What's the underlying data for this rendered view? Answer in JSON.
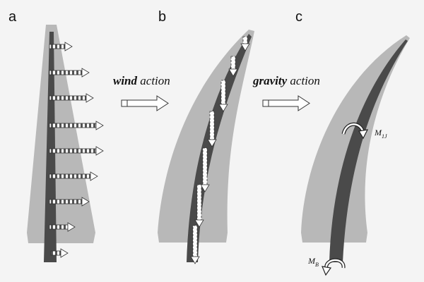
{
  "panels": {
    "a": {
      "label": "a"
    },
    "b": {
      "label": "b"
    },
    "c": {
      "label": "c"
    }
  },
  "transitions": {
    "wind": {
      "bold": "wind",
      "rest": " action"
    },
    "gravity": {
      "bold": "gravity",
      "rest": " action"
    }
  },
  "moments": {
    "m1": {
      "main": "M",
      "sub": "1J"
    },
    "mb": {
      "main": "M",
      "sub": "B"
    }
  },
  "colors": {
    "crown": "#b8b8b8",
    "stem": "#4a4a4a",
    "arrow_fill": "#ffffff",
    "arrow_stroke": "#333333"
  }
}
